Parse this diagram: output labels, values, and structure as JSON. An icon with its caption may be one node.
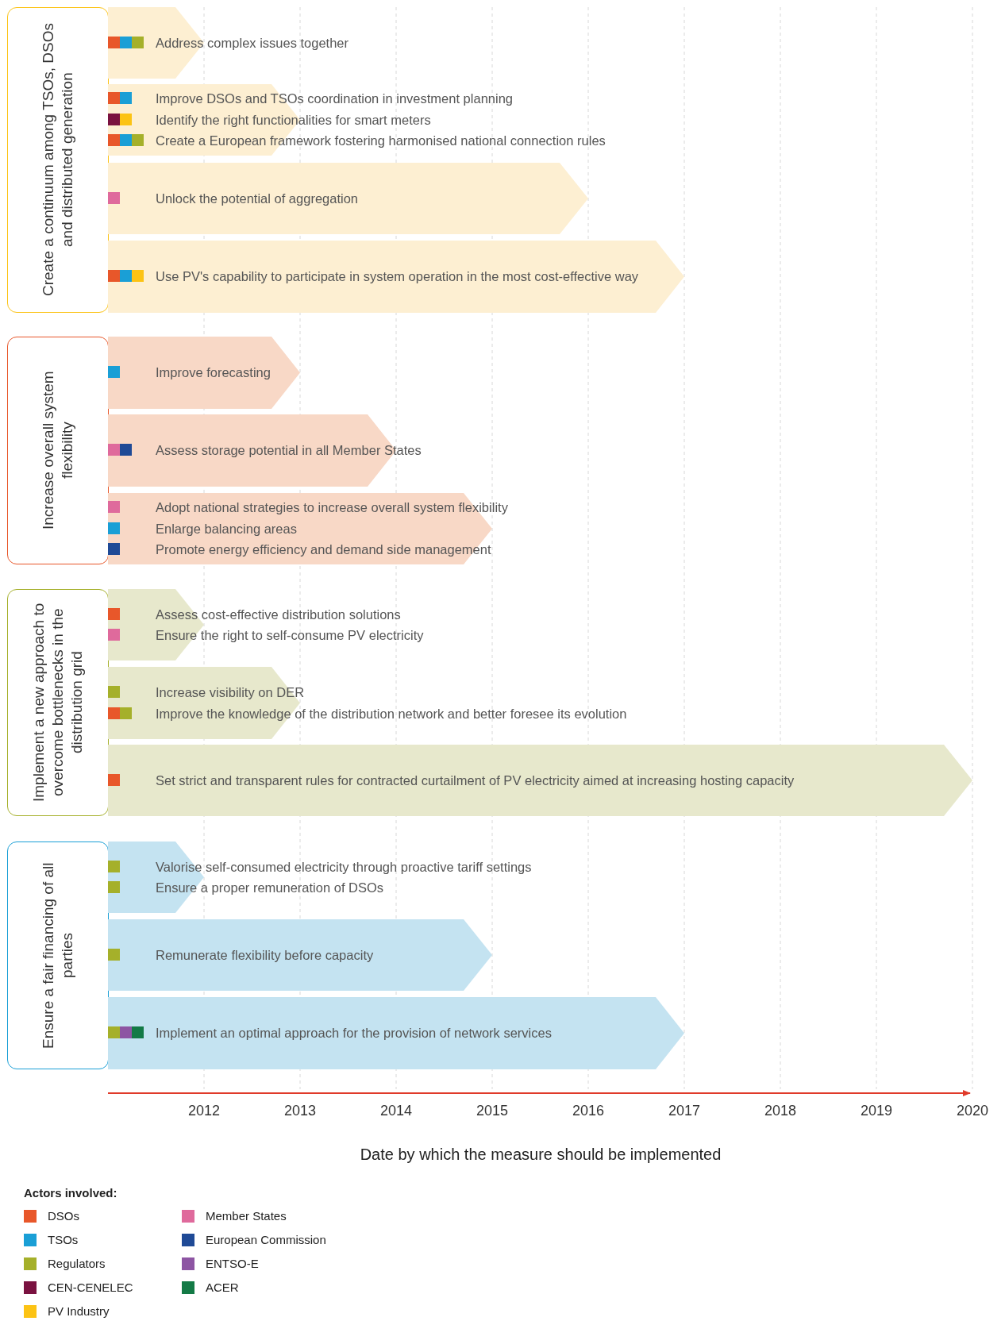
{
  "diagram": {
    "nodes": [
      {
        "text": [
          "Create a continuum among TSOs, DSOs and distributed generation"
        ]
      },
      {
        "text": [
          "Address complex issues together"
        ]
      },
      {
        "text": [
          "Improve DSOs and TSOs coordination in investment planning",
          "Identify the right functionalities for smart meters",
          "Create a European framework fostering harmonised national connection rules"
        ]
      },
      {
        "text": [
          "Unlock the potential of aggregation"
        ]
      },
      {
        "text": [
          "Use PV's capability to participate in system operation in the most cost-effective way"
        ]
      },
      {
        "text": [
          "Increase overall system flexibility"
        ]
      },
      {
        "text": [
          "Improve forecasting"
        ]
      },
      {
        "text": [
          "Assess storage potential in all Member States"
        ]
      },
      {
        "text": [
          "Adopt national strategies to increase overall system flexibility",
          "Enlarge balancing areas",
          "Promote energy efficiency and demand side management"
        ]
      },
      {
        "text": [
          "Implement a new approach to overcome bottlenecks in the distribution grid"
        ]
      },
      {
        "text": [
          "Assess cost-effective distribution solutions",
          "Ensure the right to self-consume PV electricity"
        ]
      },
      {
        "text": [
          "Increase visibility on DER",
          "Improve the knowledge of the distribution network and better foresee its evolution"
        ]
      },
      {
        "text": [
          "Set strict and transparent rules for contracted curtailment of PV electricity aimed at increasing hosting capacity"
        ]
      },
      {
        "text": [
          "Ensure a fair financing of all parties"
        ]
      },
      {
        "text": [
          "Valorise self-consumed electricity through proactive tariff settings",
          "Ensure a proper remuneration of DSOs"
        ]
      },
      {
        "text": [
          "Remunerate flexibility before capacity"
        ]
      },
      {
        "text": [
          "Implement an optimal approach for the provision of network services"
        ]
      }
    ],
    "labels": [
      "2012",
      "2013",
      "2014",
      "2015",
      "2016",
      "2017",
      "2018",
      "2019",
      "2020",
      "Date by which the measure should be implemented",
      "Actors involved:"
    ],
    "legend": [
      {
        "text": "DSOs",
        "color": "#e8572a"
      },
      {
        "text": "TSOs",
        "color": "#1a9fd6"
      },
      {
        "text": "Regulators",
        "color": "#a5b02a"
      },
      {
        "text": "CEN-CENELEC",
        "color": "#7a1240"
      },
      {
        "text": "PV Industry",
        "color": "#fcc314"
      },
      {
        "text": "Member States",
        "color": "#df6a9c"
      },
      {
        "text": "European Commission",
        "color": "#1f4a96"
      },
      {
        "text": "ENTSO-E",
        "color": "#8d55a3"
      },
      {
        "text": "ACER",
        "color": "#137a46"
      }
    ]
  }
}
